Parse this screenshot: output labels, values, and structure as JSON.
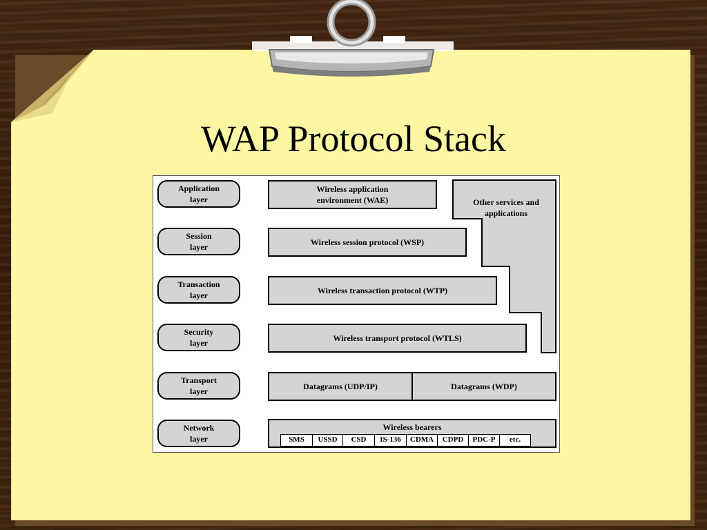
{
  "slide": {
    "title": "WAP Protocol Stack"
  },
  "colors": {
    "board": "#3c200c",
    "paper": "#fdf6a3",
    "box_fill": "#d4d4d4"
  },
  "diagram": {
    "layers": [
      {
        "label": "Application\nlayer"
      },
      {
        "label": "Session\nlayer"
      },
      {
        "label": "Transaction\nlayer"
      },
      {
        "label": "Security\nlayer"
      },
      {
        "label": "Transport\nlayer"
      },
      {
        "label": "Network\nlayer"
      }
    ],
    "protocols": {
      "wae": "Wireless application\nenvironment (WAE)",
      "wsp": "Wireless session protocol (WSP)",
      "wtp": "Wireless transaction protocol (WTP)",
      "wtls": "Wireless transport protocol (WTLS)",
      "udp_ip": "Datagrams (UDP/IP)",
      "wdp": "Datagrams (WDP)",
      "bearers_title": "Wireless bearers",
      "bearers": [
        "SMS",
        "USSD",
        "CSD",
        "IS-136",
        "CDMA",
        "CDPD",
        "PDC-P",
        "etc."
      ]
    },
    "other": "Other services and\napplications"
  }
}
